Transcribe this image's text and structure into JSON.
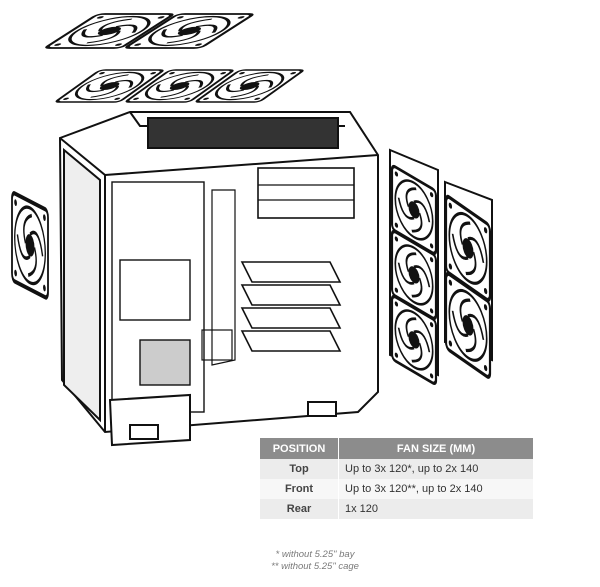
{
  "table": {
    "headers": [
      "POSITION",
      "FAN SIZE (MM)"
    ],
    "rows": [
      {
        "position": "Top",
        "fan_size": "Up to 3x 120*, up to 2x 140"
      },
      {
        "position": "Front",
        "fan_size": "Up to 3x 120**, up to 2x 140"
      },
      {
        "position": "Rear",
        "fan_size": "1x 120"
      }
    ]
  },
  "footnotes": [
    "* without 5.25\" bay",
    "** without 5.25\" cage"
  ]
}
